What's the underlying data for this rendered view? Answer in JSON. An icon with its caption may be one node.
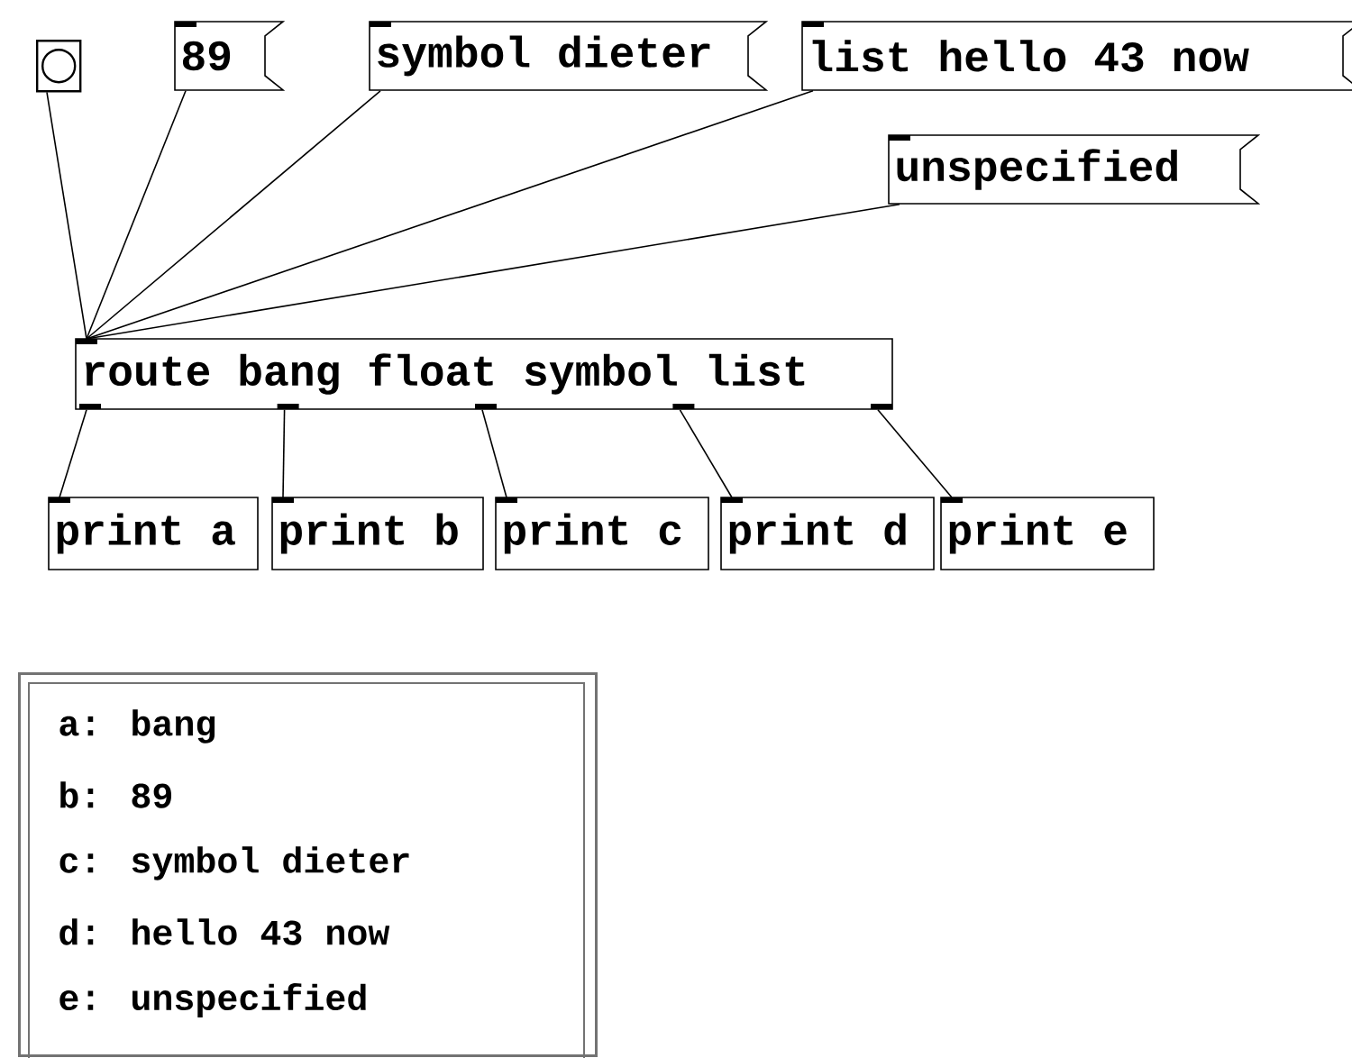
{
  "diagram": {
    "nodes": [
      {
        "text": [],
        "shape": "box"
      },
      {
        "text": [
          "89"
        ]
      },
      {
        "text": [
          "symbol dieter"
        ]
      },
      {
        "text": [
          "list hello 43 now"
        ]
      },
      {
        "text": [
          "unspecified"
        ]
      },
      {
        "text": [
          "route bang float symbol list"
        ]
      },
      {
        "text": [
          "print a"
        ]
      },
      {
        "text": [
          "print b"
        ]
      },
      {
        "text": [
          "print c"
        ]
      },
      {
        "text": [
          "print d"
        ]
      },
      {
        "text": [
          "print e"
        ]
      },
      {
        "text": [
          "a: bang",
          "b: 89",
          "c: symbol dieter",
          "d: hello 43 now",
          "e: unspecified"
        ]
      }
    ],
    "edges": [
      {
        "from": 0,
        "to": 5,
        "arrow": "none"
      },
      {
        "from": 1,
        "to": 5,
        "arrow": "none"
      },
      {
        "from": 2,
        "to": 5,
        "arrow": "none"
      },
      {
        "from": 3,
        "to": 5,
        "arrow": "none"
      },
      {
        "from": 4,
        "to": 5,
        "arrow": "none"
      },
      {
        "from": 5,
        "to": 6,
        "arrow": "none"
      },
      {
        "from": 5,
        "to": 7,
        "arrow": "none"
      },
      {
        "from": 5,
        "to": 8,
        "arrow": "none"
      },
      {
        "from": 5,
        "to": 9,
        "arrow": "none"
      },
      {
        "from": 5,
        "to": 10,
        "arrow": "none"
      }
    ]
  }
}
